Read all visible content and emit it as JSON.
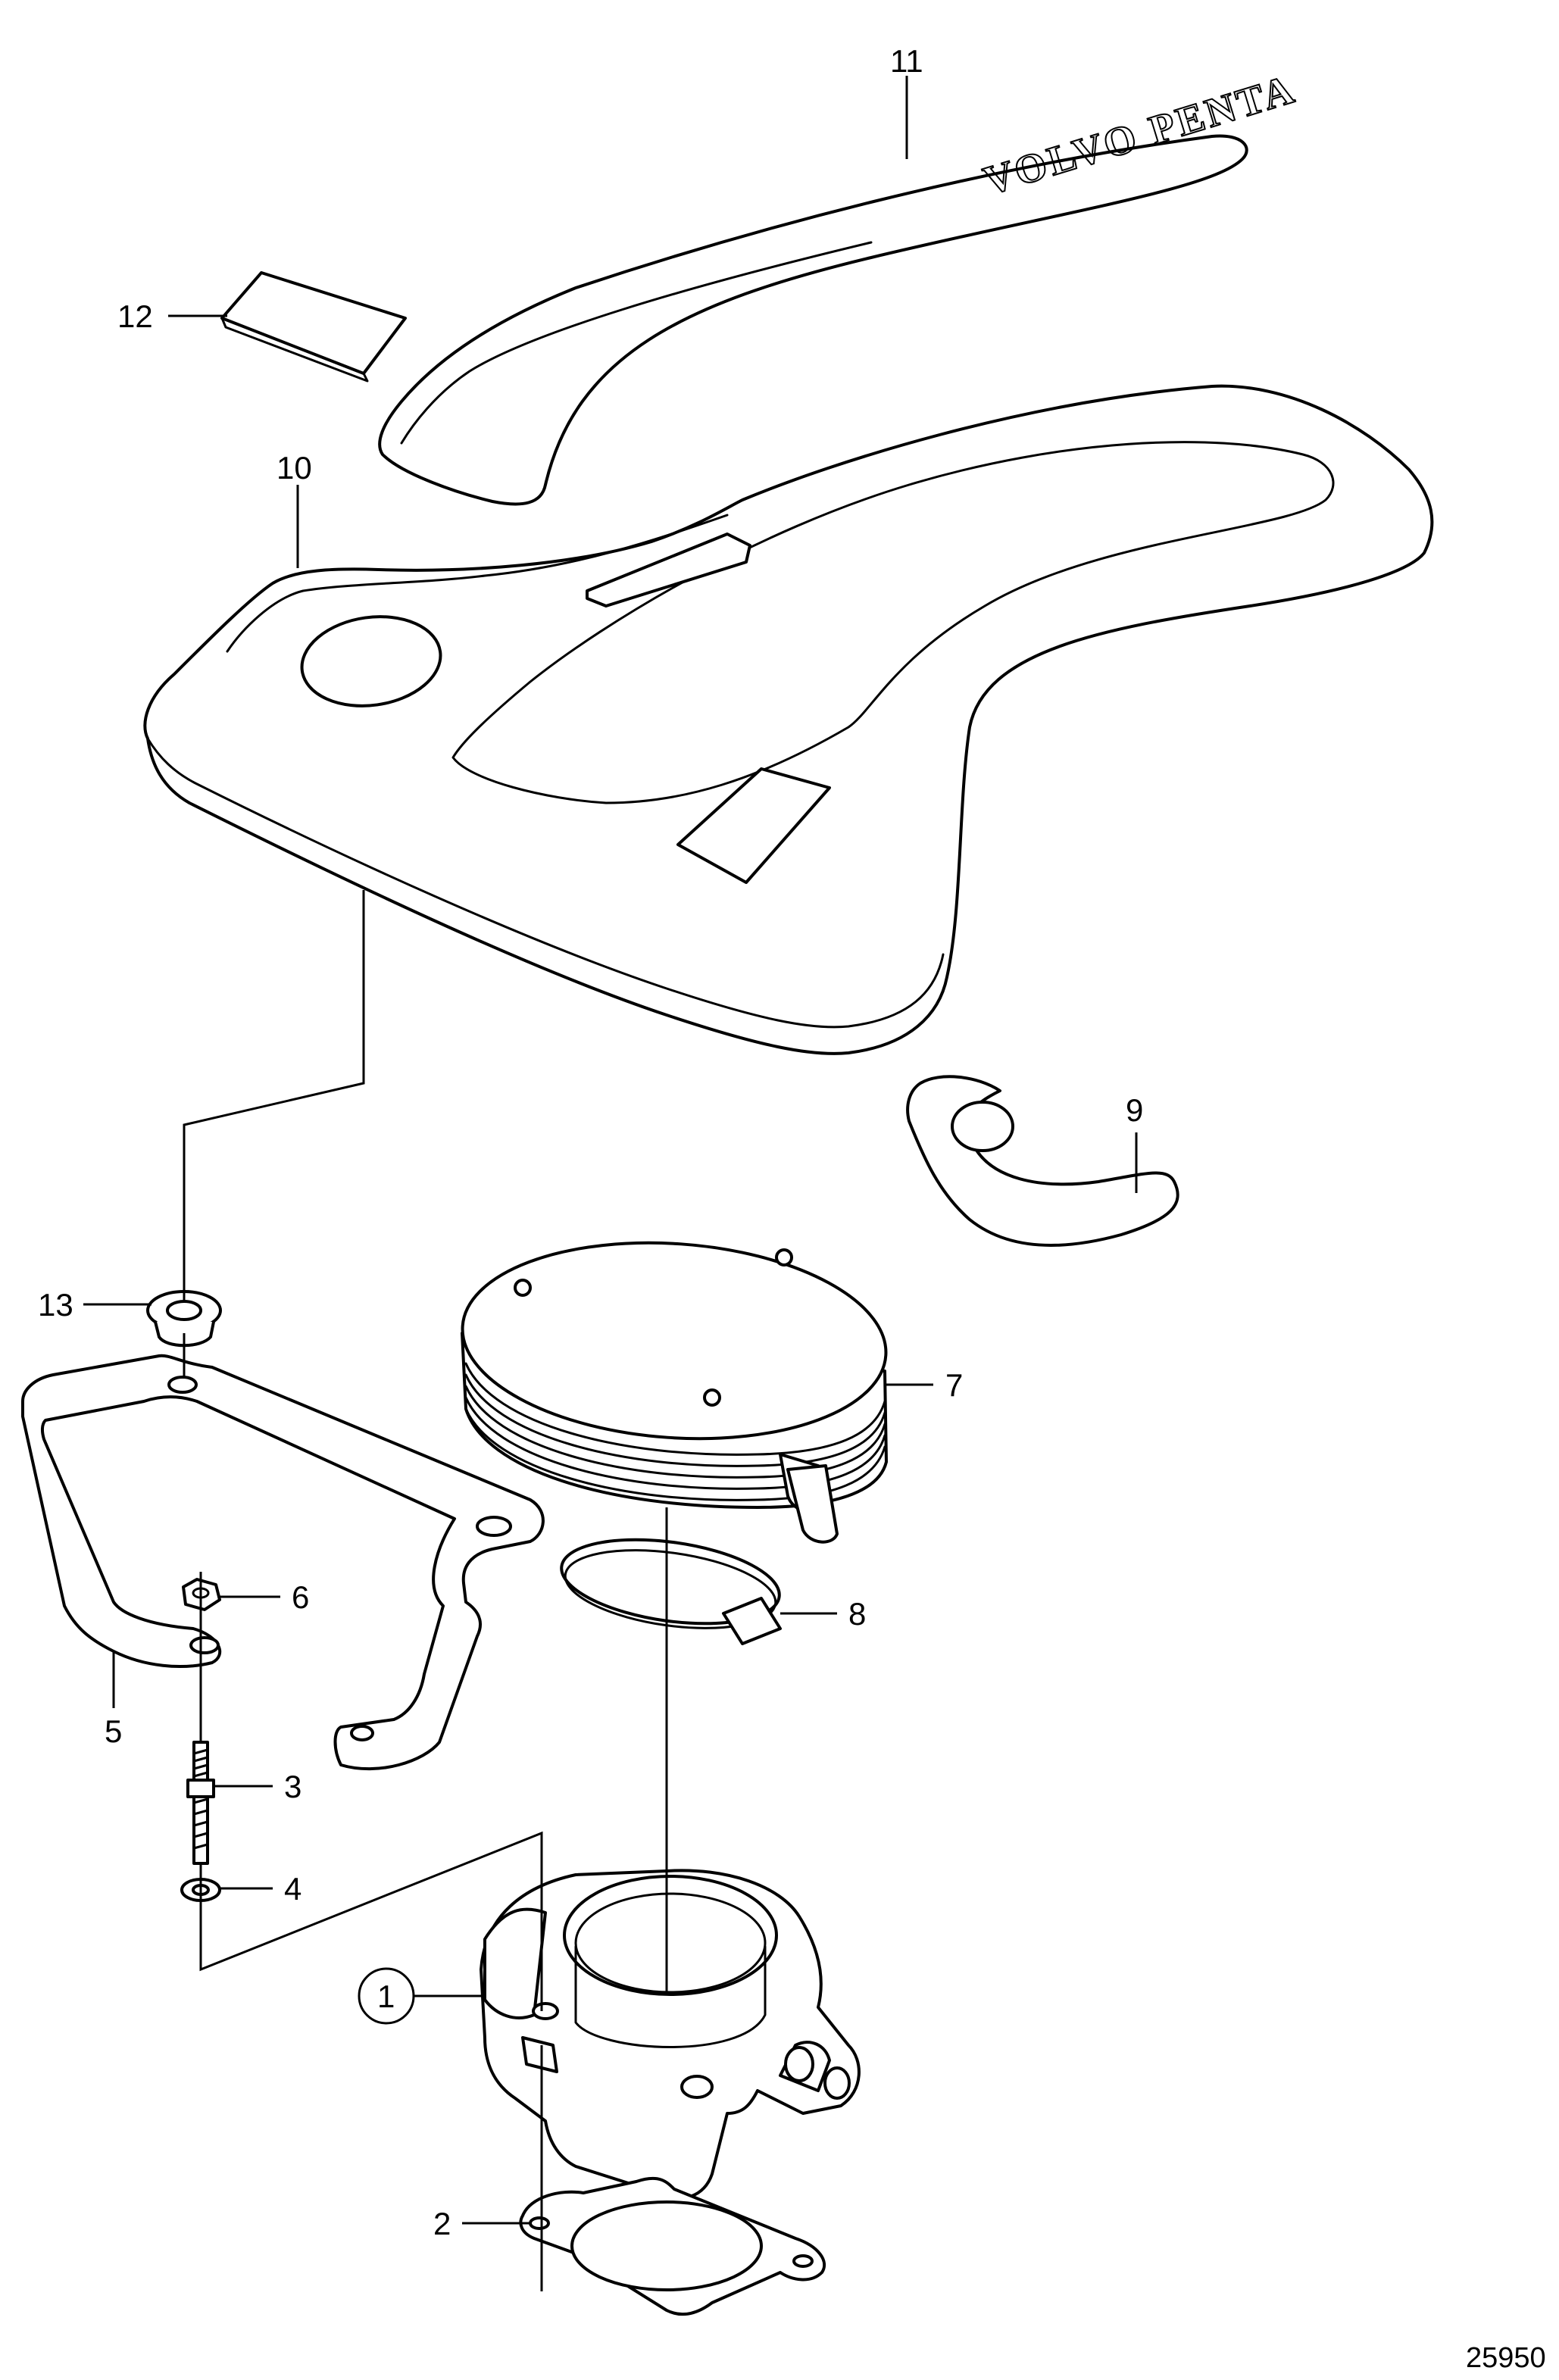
{
  "diagram": {
    "figure_number": "25950",
    "cover_emboss_text": "VOLVO PENTA",
    "callouts": [
      "1",
      "2",
      "3",
      "4",
      "5",
      "6",
      "7",
      "8",
      "9",
      "10",
      "11",
      "12",
      "13"
    ]
  }
}
